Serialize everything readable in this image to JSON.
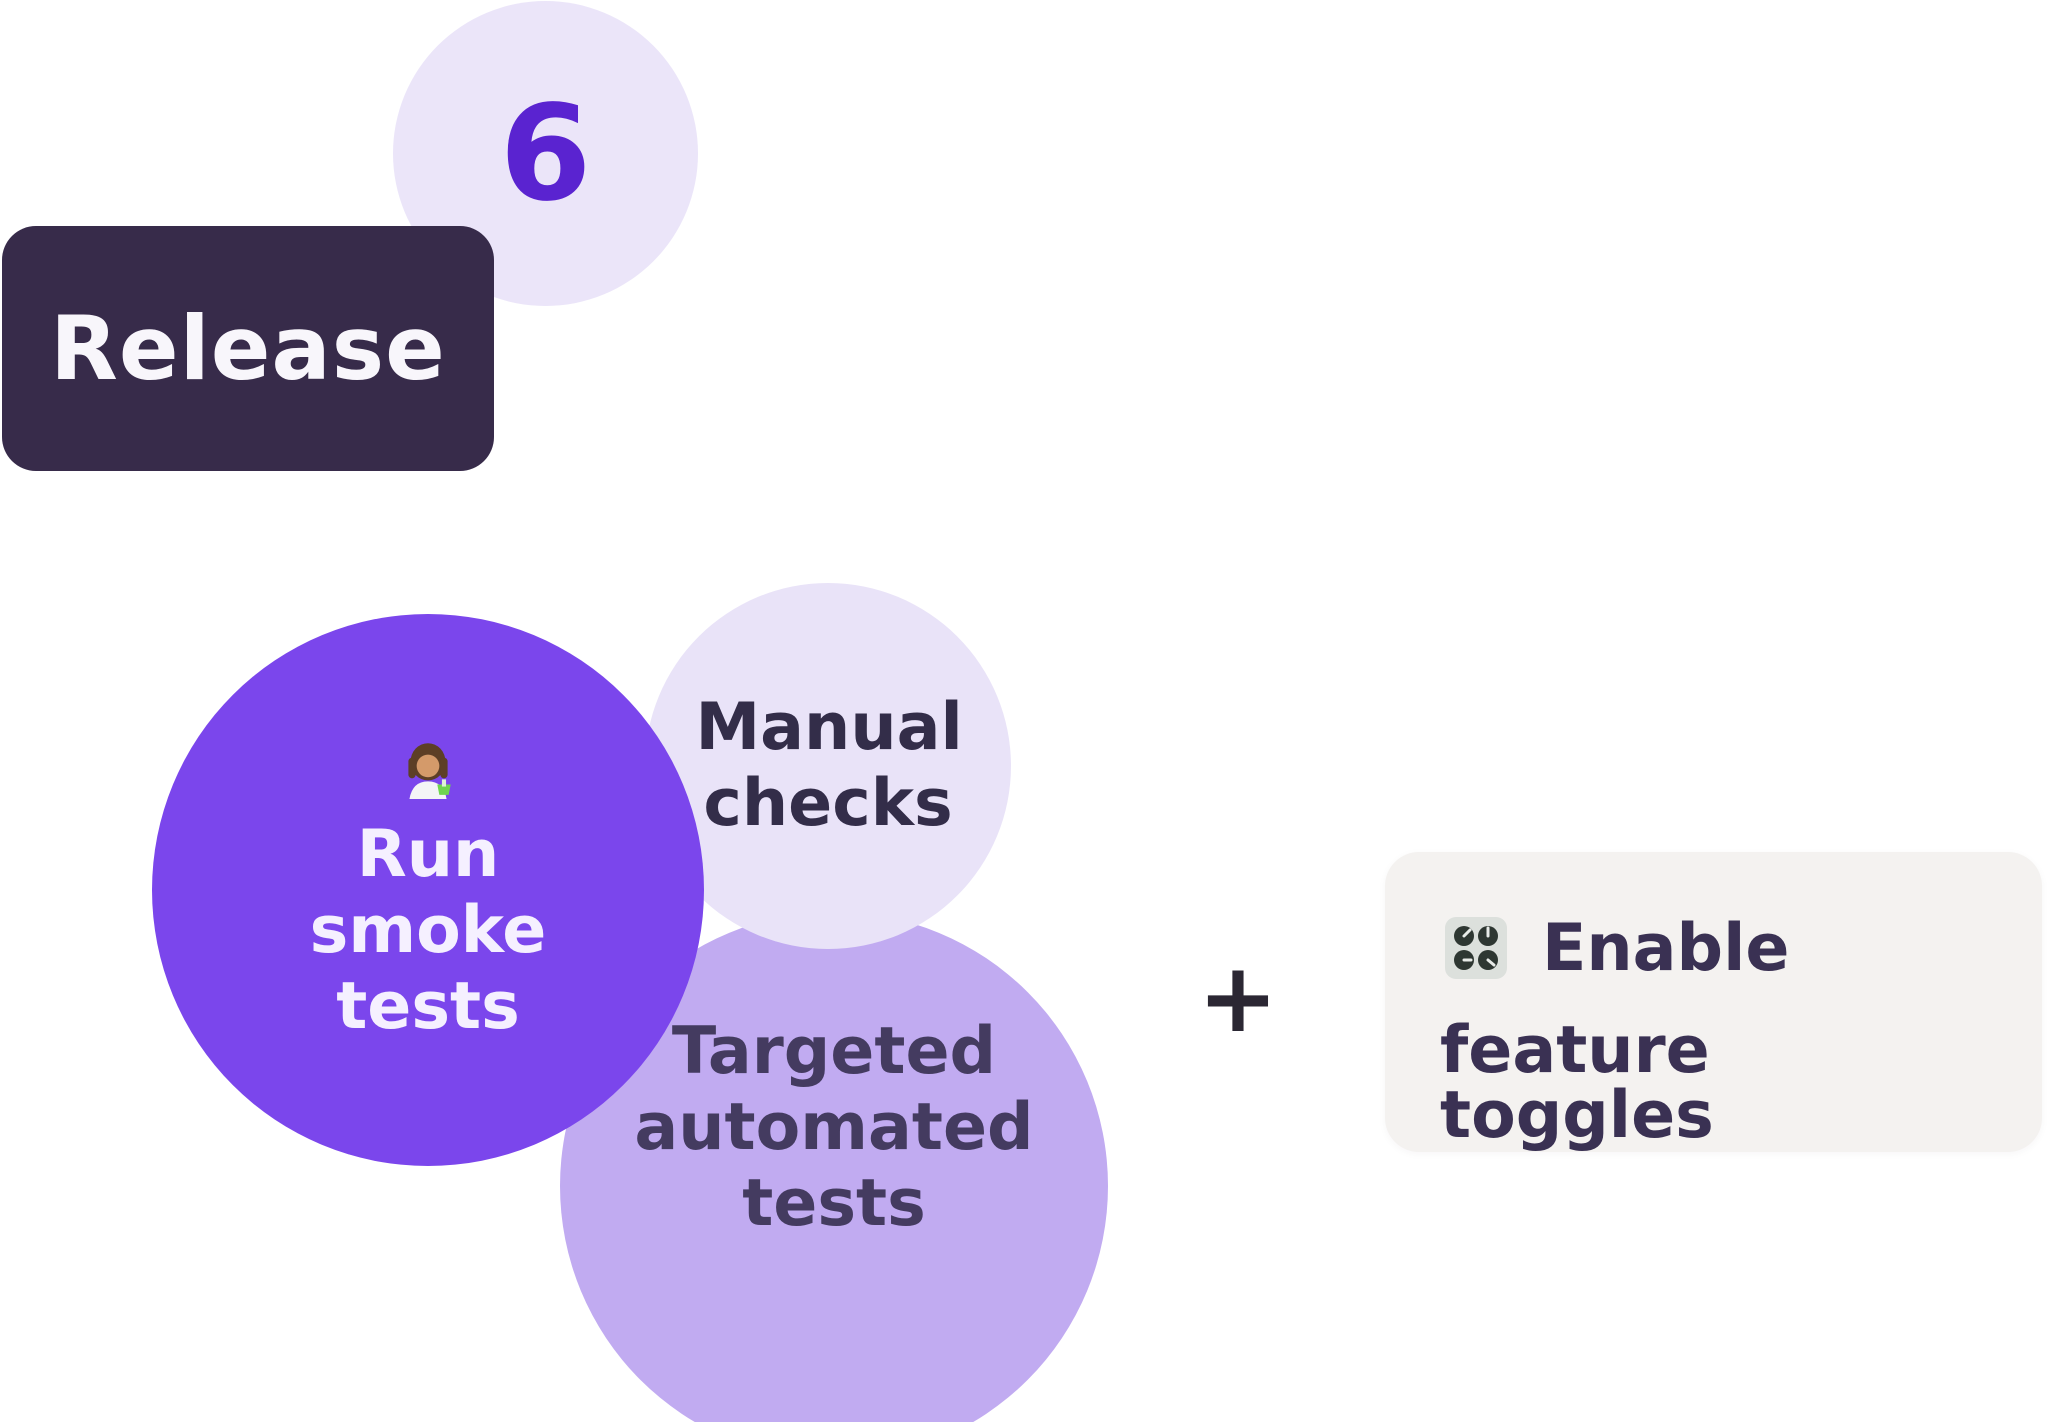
{
  "diagram": {
    "step": {
      "number": "6",
      "label": "Release"
    },
    "bubbles": {
      "run_smoke": {
        "label": "Run smoke tests",
        "icon": "woman-scientist-emoji"
      },
      "manual": {
        "label": "Manual checks"
      },
      "targeted": {
        "label": "Targeted automated tests"
      }
    },
    "operator": "+",
    "side_card": {
      "icon": "control-knobs-icon",
      "lines": [
        "Enable",
        "feature toggles"
      ]
    },
    "colors": {
      "step_number": "#5a23d0",
      "step_circle_bg": "#ebe5f9",
      "badge_bg": "#372b4a",
      "badge_text": "#f8f6fb",
      "bubble_primary_bg": "#7b46ec",
      "bubble_primary_text": "#f5f0ff",
      "bubble_light_bg": "#e9e3f8",
      "bubble_light_text": "#332d49",
      "bubble_medium_bg": "#c1abf1",
      "bubble_medium_text": "#443b60",
      "plus": "#2b2733",
      "card_bg": "#f4f2f0",
      "card_text": "#3a3153"
    }
  }
}
